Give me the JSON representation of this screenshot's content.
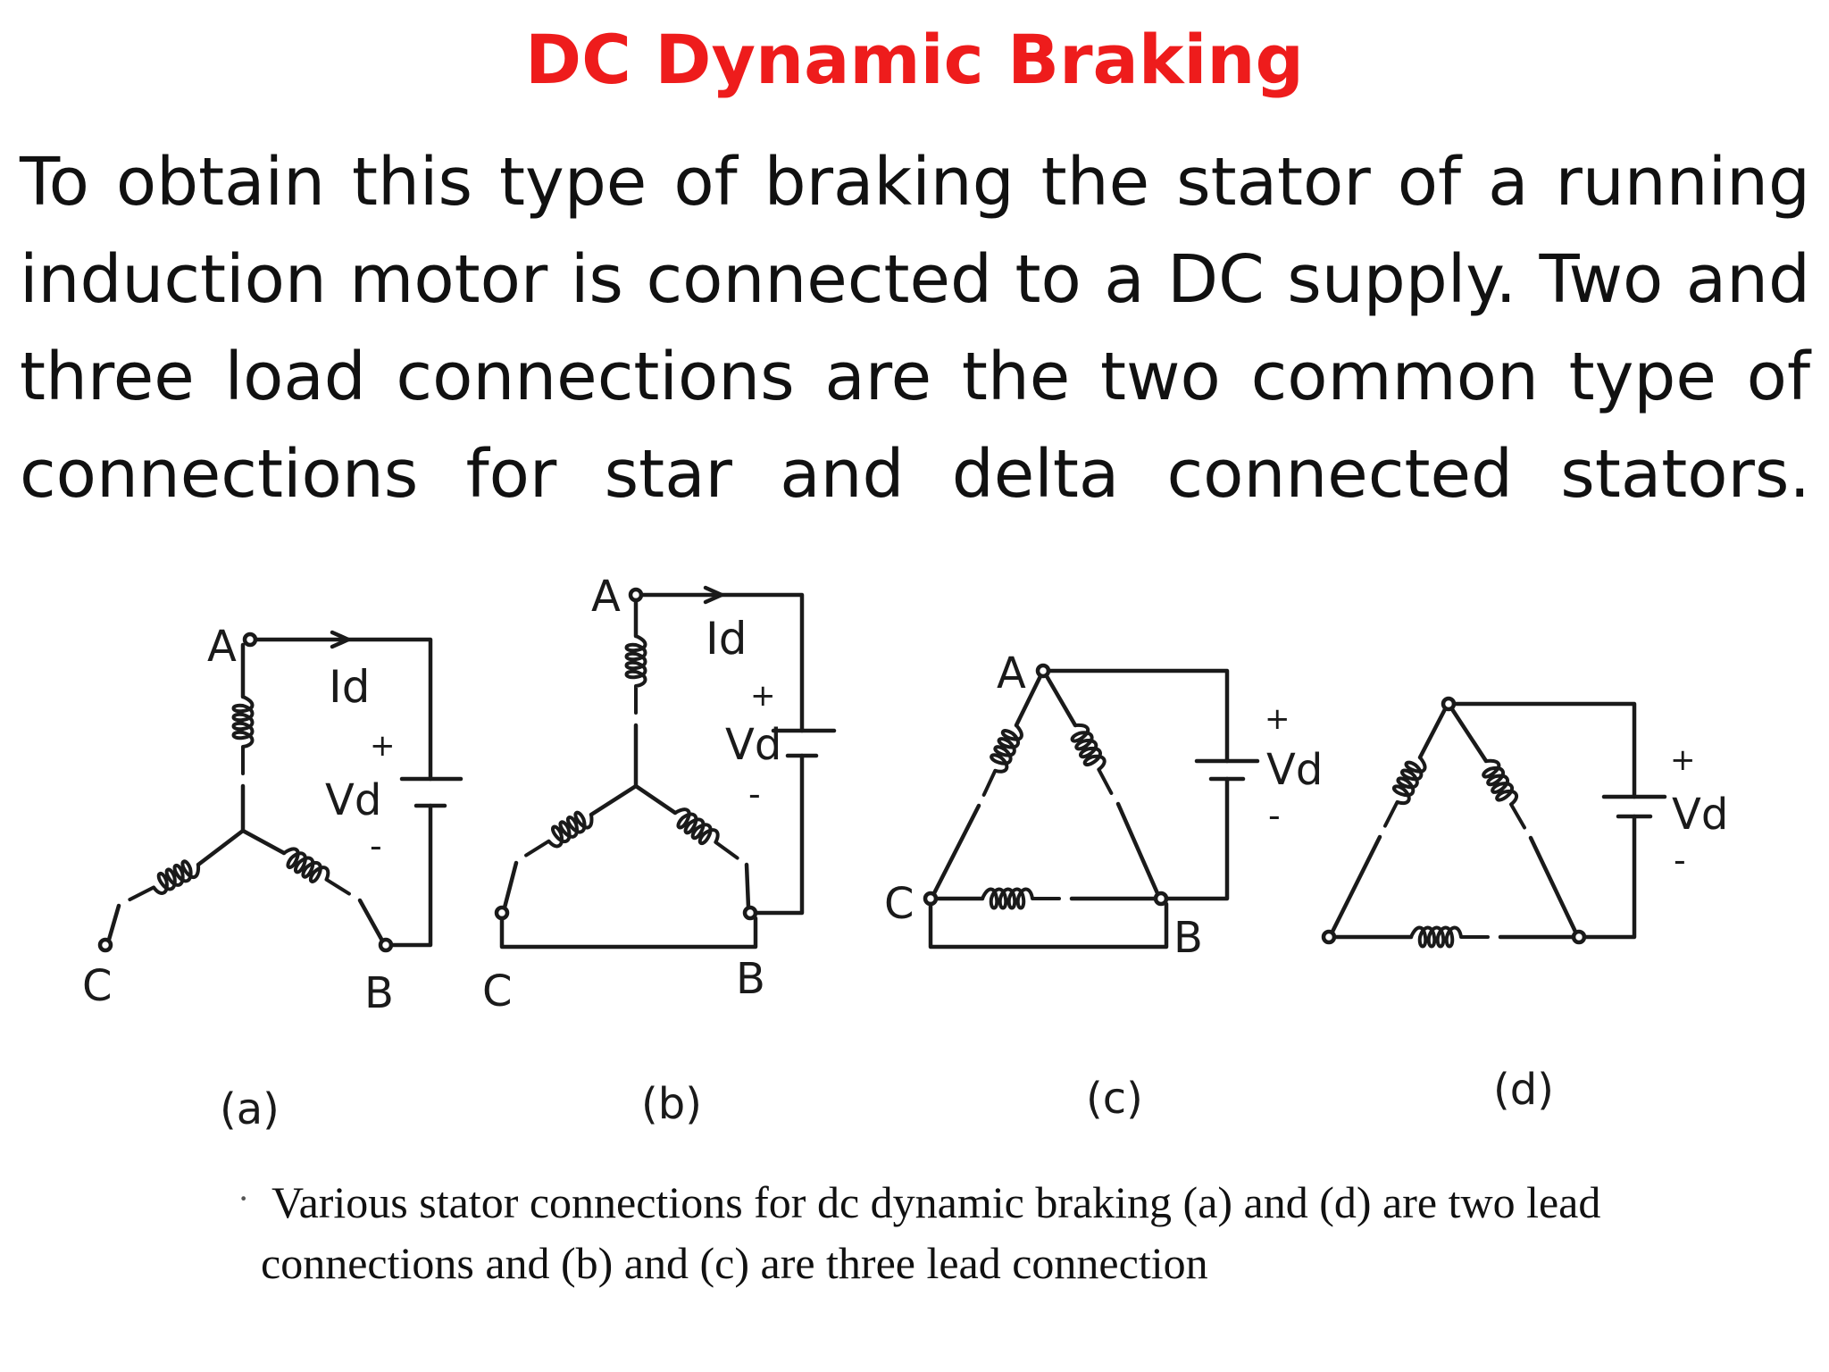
{
  "title": "DC Dynamic Braking",
  "body_lines": [
    "To obtain this type of braking the stator of a running",
    "induction motor is connected to a DC supply. Two and",
    "three load connections are the two common type of",
    "connections for star and delta connected stators."
  ],
  "diagrams": {
    "a": {
      "panel": "(a)",
      "A": "A",
      "B": "B",
      "C": "C",
      "current": "Id",
      "voltage": "Vd",
      "plus": "+",
      "minus": "-"
    },
    "b": {
      "panel": "(b)",
      "A": "A",
      "B": "B",
      "C": "C",
      "current": "Id",
      "voltage": "Vd",
      "plus": "+",
      "minus": "-"
    },
    "c": {
      "panel": "(c)",
      "A": "A",
      "B": "B",
      "C": "C",
      "voltage": "Vd",
      "plus": "+",
      "minus": "-"
    },
    "d": {
      "panel": "(d)",
      "voltage": "Vd",
      "plus": "+",
      "minus": "-"
    }
  },
  "caption": {
    "bullet": "·",
    "line1": "Various stator connections for dc dynamic braking (a) and (d) are two lead",
    "line2": "connections and (b) and (c) are three lead connection"
  },
  "colors": {
    "title": "#ee1c1c",
    "text": "#111111",
    "ink": "#1a1a1a"
  }
}
